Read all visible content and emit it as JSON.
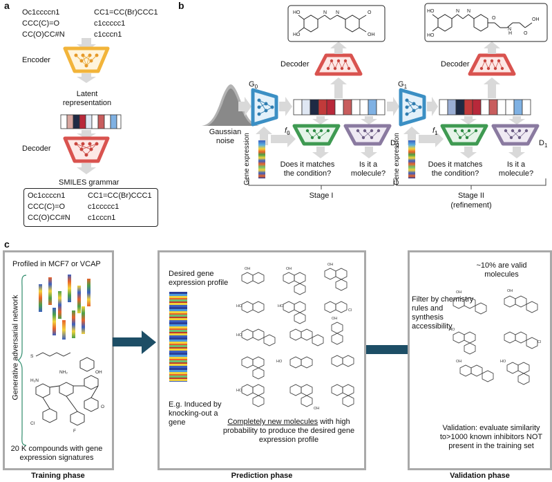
{
  "panels": {
    "a": "a",
    "b": "b",
    "c": "c"
  },
  "panel_a": {
    "smiles_in": [
      "Oc1ccccn1",
      "CC1=CC(Br)CCC1",
      "CCC(C)=O",
      "c1ccccc1",
      "CC(O)CC#N",
      "c1cccn1"
    ],
    "encoder": "Encoder",
    "latent": "Latent representation",
    "decoder": "Decoder",
    "grammar": "SMILES grammar",
    "smiles_out": [
      "Oc1ccccn1",
      "CC1=CC(Br)CCC1",
      "CCC(C)=O",
      "c1ccccc1",
      "CC(O)CC#N",
      "c1cccn1"
    ]
  },
  "panel_b": {
    "g0": "G",
    "g0_sub": "0",
    "g1": "G",
    "g1_sub": "1",
    "decoder": "Decoder",
    "gaussian": "Gaussian noise",
    "f0": "f",
    "f0_sub": "0",
    "f1": "f",
    "f1_sub": "1",
    "d0": "D",
    "d0_sub": "0",
    "d1": "D",
    "d1_sub": "1",
    "gene_expression": "Gene expression",
    "q_condition": "Does it matches the condition?",
    "q_molecule": "Is it a molecule?",
    "stage1": "Stage I",
    "stage2": "Stage II",
    "stage2_note": "(refinement)"
  },
  "panel_c": {
    "training": {
      "profiled": "Profiled in MCF7 or VCAP",
      "gan": "Generative adversarial network",
      "compounds": "20 K compounds with gene expression signatures",
      "phase": "Training phase"
    },
    "prediction": {
      "desired": "Desired gene expression profile",
      "induced": "E.g. Induced by knocking-out a gene",
      "new_underlined": "Completely new molecules",
      "new_rest": " with high probability to produce the desired gene expression profile",
      "phase": "Prediction phase"
    },
    "validation": {
      "valid": "~10% are valid molecules",
      "filter": "Filter by chemistry rules and synthesis accessibility",
      "evaluate": "Validation: evaluate similarity to>1000 known inhibitors NOT present in the training set",
      "phase": "Validation phase"
    }
  },
  "colors": {
    "encoder": "#f2b43a",
    "decoder": "#d9534f",
    "generator": "#3b8fc4",
    "condition": "#3f9a52",
    "discriminator": "#8a7aa0",
    "arrow_gray": "#cfcfcf",
    "arrow_dark": "#1d4e66",
    "latent_red": "#c0392b",
    "latent_blue": "#6aa3dd"
  },
  "latent_cells": [
    "#ffffff",
    "#d9a7a0",
    "#1e2a44",
    "#b8283a",
    "#dfe7f3",
    "#ffffff",
    "#c85d5d",
    "#ffffff",
    "#7fb1e3",
    "#ffffff"
  ]
}
